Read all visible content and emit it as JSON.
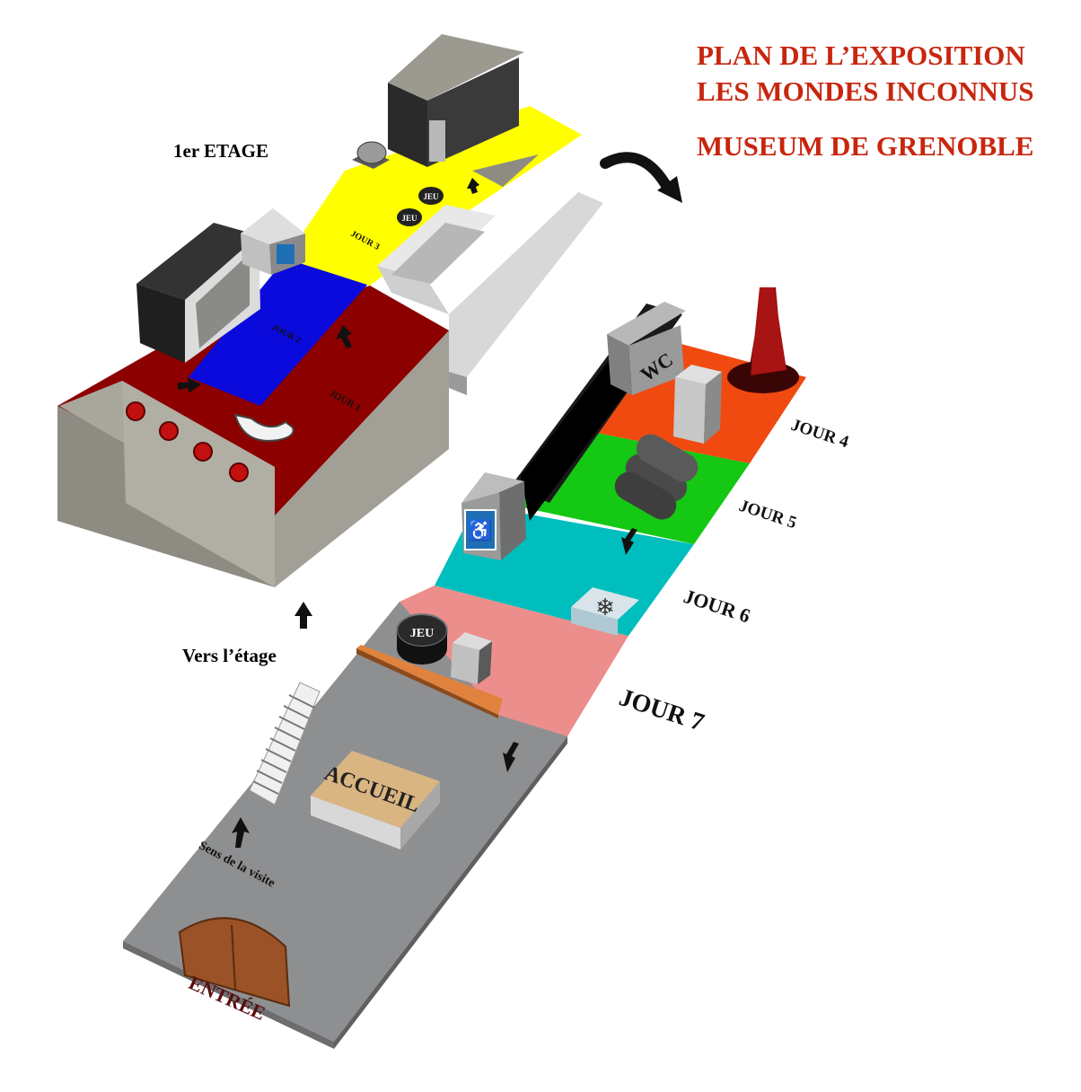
{
  "title": {
    "line1": "PLAN DE L’EXPOSITION",
    "line2": "LES MONDES INCONNUS",
    "line3": "MUSEUM DE GRENOBLE"
  },
  "floors": {
    "upper_label": "1er ETAGE",
    "to_upper_label": "Vers l’étage"
  },
  "zones": {
    "jour1": "JOUR 1",
    "jour2": "JOUR 2",
    "jour3": "JOUR 3",
    "jour4": "JOUR 4",
    "jour5": "JOUR 5",
    "jour6": "JOUR 6",
    "jour7": "JOUR 7"
  },
  "features": {
    "reception": "ACCUEIL",
    "entrance": "ENTRÉE",
    "visit_direction": "Sens de la visite",
    "game": "JEU",
    "wc": "WC"
  },
  "colors": {
    "title": "#c8260f",
    "jour1": "#8c0000",
    "jour2": "#0a0adc",
    "jour3": "#ffff00",
    "jour4": "#f04a10",
    "jour5": "#14c814",
    "jour6": "#00bebe",
    "jour7": "#ec8e8c",
    "ground": "#8a8c8e"
  }
}
